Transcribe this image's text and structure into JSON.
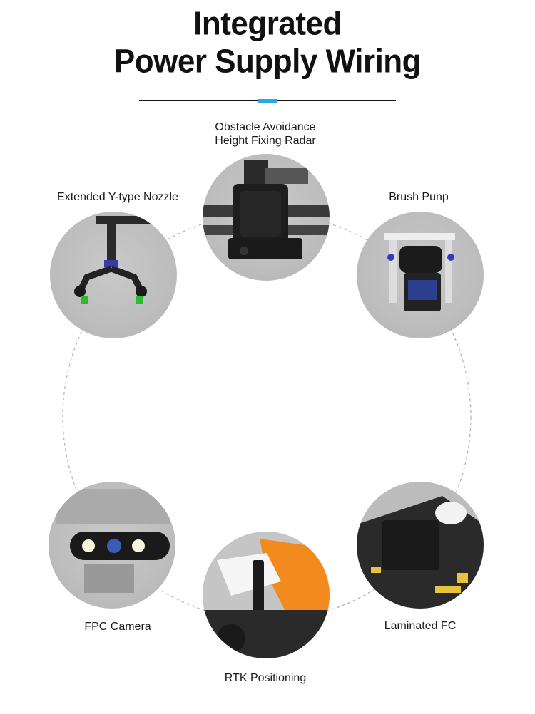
{
  "title": {
    "line1": "Integrated",
    "line2": "Power Supply Wiring"
  },
  "accent_color": "#29a8e0",
  "features": [
    {
      "id": "radar",
      "label_line1": "Obstacle Avoidance",
      "label_line2": "Height Fixing Radar"
    },
    {
      "id": "nozzle",
      "label": "Extended Y-type Nozzle"
    },
    {
      "id": "pump",
      "label": "Brush Punp"
    },
    {
      "id": "camera",
      "label": "FPC Camera"
    },
    {
      "id": "rtk",
      "label": "RTK Positioning"
    },
    {
      "id": "fc",
      "label": "Laminated FC"
    }
  ]
}
